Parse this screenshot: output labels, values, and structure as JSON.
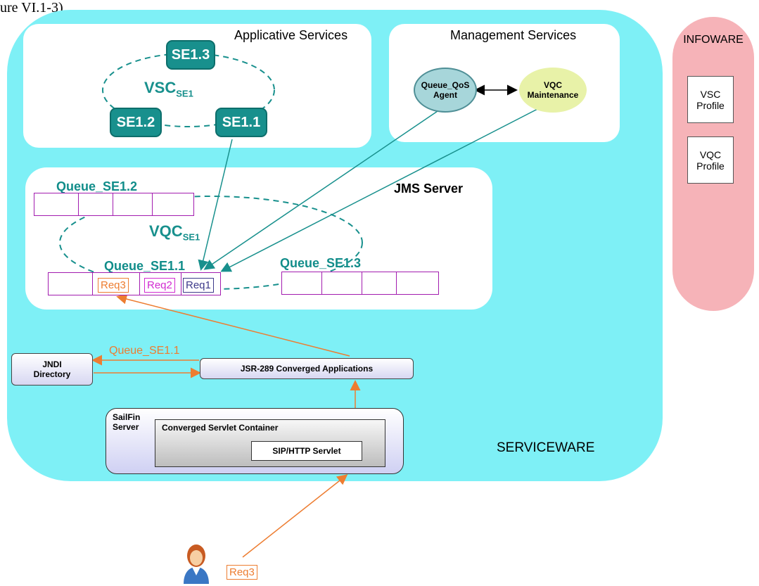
{
  "top_caption": "ure VI.1-3).",
  "colors": {
    "serviceware": "#7ef0f6",
    "infoware": "#f6b3b8",
    "teal": "#18908d",
    "queue_border": "#a21caf",
    "orange": "#ed7d31"
  },
  "applicative": {
    "title": "Applicative Services",
    "nodes": [
      "SE1.3",
      "SE1.2",
      "SE1.1"
    ],
    "vsc": "VSC",
    "vsc_sub": "SE1"
  },
  "management": {
    "title": "Management Services",
    "agent": "Queue_QoS Agent",
    "maint": "VQC Maintenance"
  },
  "jms": {
    "title": "JMS Server",
    "queue12": "Queue_SE1.2",
    "queue11": "Queue_SE1.1",
    "queue13": "Queue_SE1.3",
    "vqc": "VQC",
    "vqc_sub": "SE1",
    "reqs": [
      "Req3",
      "Req2",
      "Req1"
    ]
  },
  "infoware": {
    "title": "INFOWARE",
    "profiles": [
      "VSC Profile",
      "VQC Profile"
    ]
  },
  "bottom": {
    "jndi": "JNDI Directory",
    "queue_label": "Queue_SE1.1",
    "apps": "JSR-289 Converged Applications",
    "sailfin": "SailFin Server",
    "container": "Converged Servlet Container",
    "servlet": "SIP/HTTP Servlet",
    "serviceware": "SERVICEWARE",
    "user_req": "Req3"
  }
}
